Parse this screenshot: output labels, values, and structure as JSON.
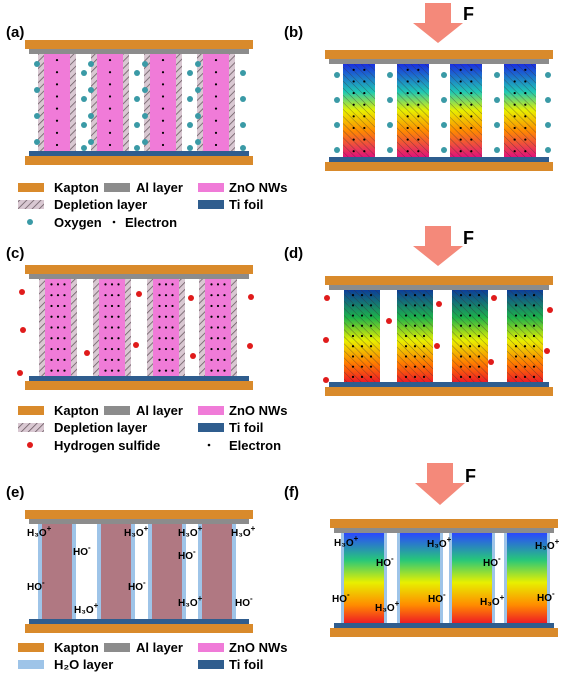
{
  "panels": {
    "a": "(a)",
    "b": "(b)",
    "c": "(c)",
    "d": "(d)",
    "e": "(e)",
    "f": "(f)"
  },
  "force_label": "F",
  "legend1": {
    "kapton": "Kapton",
    "al_layer": "Al layer",
    "zno_nws": "ZnO NWs",
    "depletion": "Depletion layer",
    "ti_foil": "Ti foil",
    "oxygen": "Oxygen",
    "electron": "Electron"
  },
  "legend2": {
    "kapton": "Kapton",
    "al_layer": "Al layer",
    "zno_nws": "ZnO NWs",
    "depletion": "Depletion layer",
    "ti_foil": "Ti foil",
    "h2s": "Hydrogen sulfide",
    "electron": "Electron"
  },
  "legend3": {
    "kapton": "Kapton",
    "al_layer": "Al layer",
    "zno_nws": "ZnO NWs",
    "h2o": "H₂O layer",
    "ti_foil": "Ti foil"
  },
  "ions": {
    "h3o_base": "H₃O",
    "h3o_sup": "+",
    "ho_base": "HO",
    "ho_sup": "-"
  },
  "colors": {
    "kapton": "#D98A2B",
    "al": "#8C8C8C",
    "zno": "#F07BD8",
    "ti": "#2F5D8E",
    "oxygen": "#3A9AA6",
    "h2s": "#E01B1B",
    "h2o": "#9EC4E8",
    "nw_e": "#B07882",
    "arrow": "#F4897A"
  }
}
